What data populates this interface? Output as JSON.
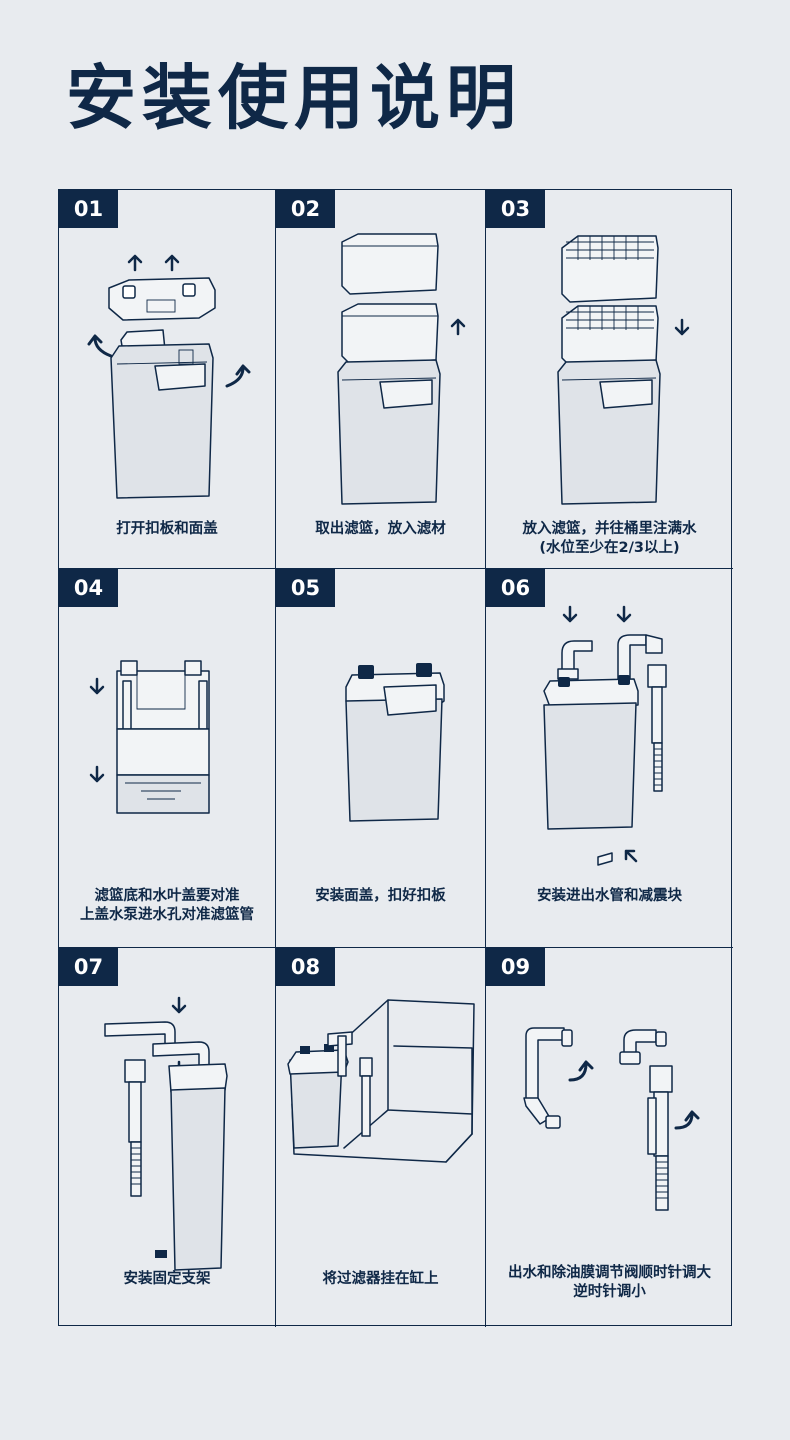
{
  "page": {
    "title": "安装使用说明"
  },
  "steps": [
    {
      "number": "01",
      "caption": "打开扣板和面盖"
    },
    {
      "number": "02",
      "caption": "取出滤篮，放入滤材"
    },
    {
      "number": "03",
      "caption": "放入滤篮，并往桶里注满水\n(水位至少在2/3以上)"
    },
    {
      "number": "04",
      "caption": "滤篮底和水叶盖要对准\n上盖水泵进水孔对准滤篮管"
    },
    {
      "number": "05",
      "caption": "安装面盖，扣好扣板"
    },
    {
      "number": "06",
      "caption": "安装进出水管和减震块"
    },
    {
      "number": "07",
      "caption": "安装固定支架"
    },
    {
      "number": "08",
      "caption": "将过滤器挂在缸上"
    },
    {
      "number": "09",
      "caption": "出水和除油膜调节阀顺时针调大\n逆时针调小"
    }
  ],
  "icons": {
    "arrow_up": "arrow-up-icon",
    "arrow_down": "arrow-down-icon",
    "rotate": "rotate-arrow-icon"
  },
  "colors": {
    "primary": "#0f2847",
    "background": "#e8ebef",
    "illustration_fill": "#dfe3e8"
  }
}
